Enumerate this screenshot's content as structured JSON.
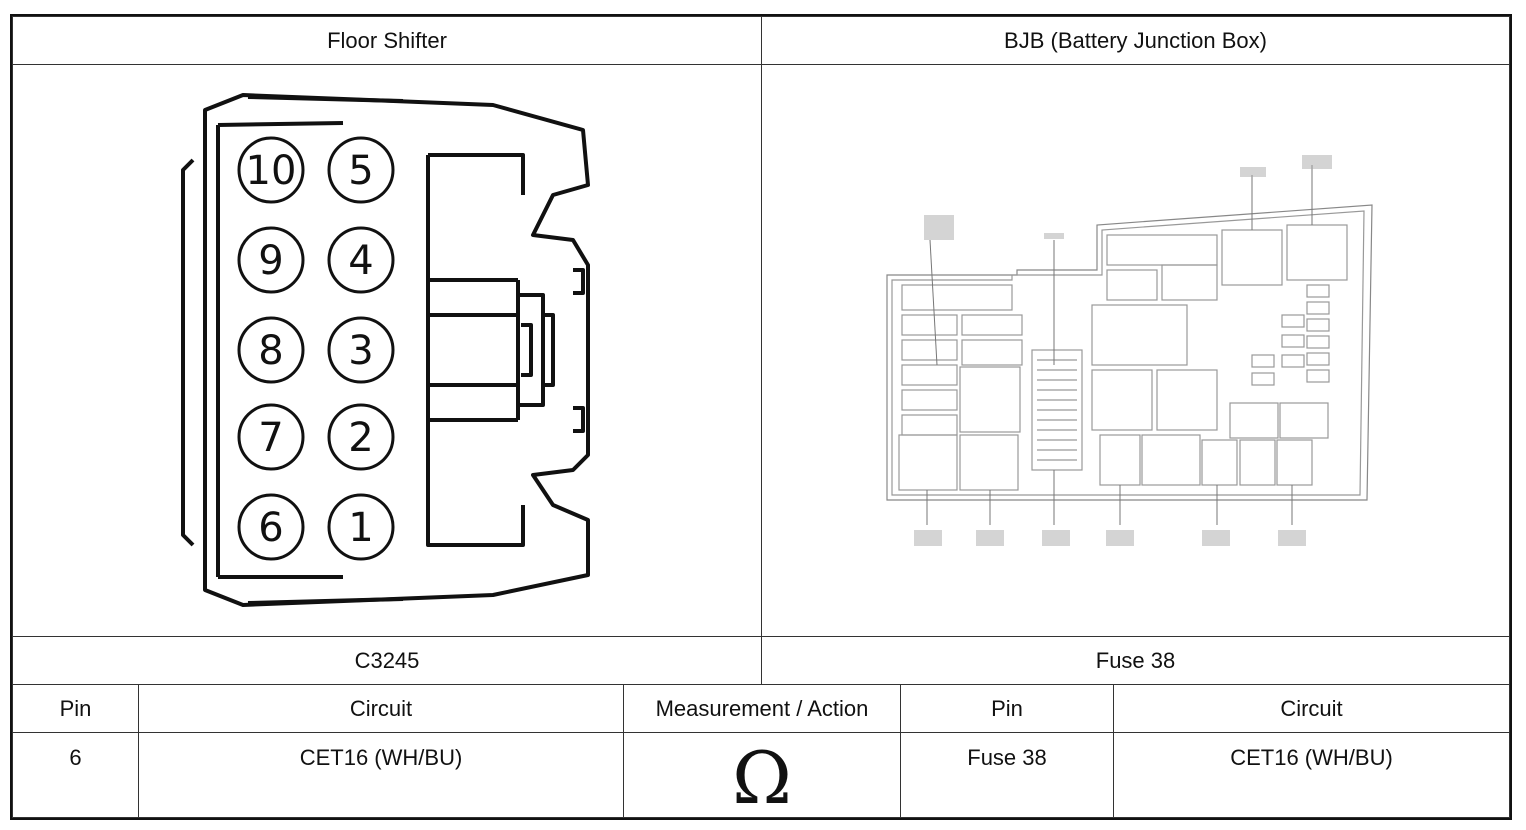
{
  "header": {
    "left_title": "Floor Shifter",
    "right_title": "BJB (Battery Junction Box)"
  },
  "connector": {
    "name": "C3245",
    "pins_top_row": [
      "10",
      "9",
      "8",
      "7",
      "6"
    ],
    "pins_bottom_row": [
      "5",
      "4",
      "3",
      "2",
      "1"
    ]
  },
  "fuse_box": {
    "name": "Fuse 38"
  },
  "table": {
    "headers": [
      "Pin",
      "Circuit",
      "Measurement / Action",
      "Pin",
      "Circuit"
    ],
    "row": {
      "pin_a": "6",
      "circuit_a": "CET16 (WH/BU)",
      "measurement_symbol": "Ω",
      "pin_b": "Fuse 38",
      "circuit_b": "CET16 (WH/BU)"
    }
  }
}
